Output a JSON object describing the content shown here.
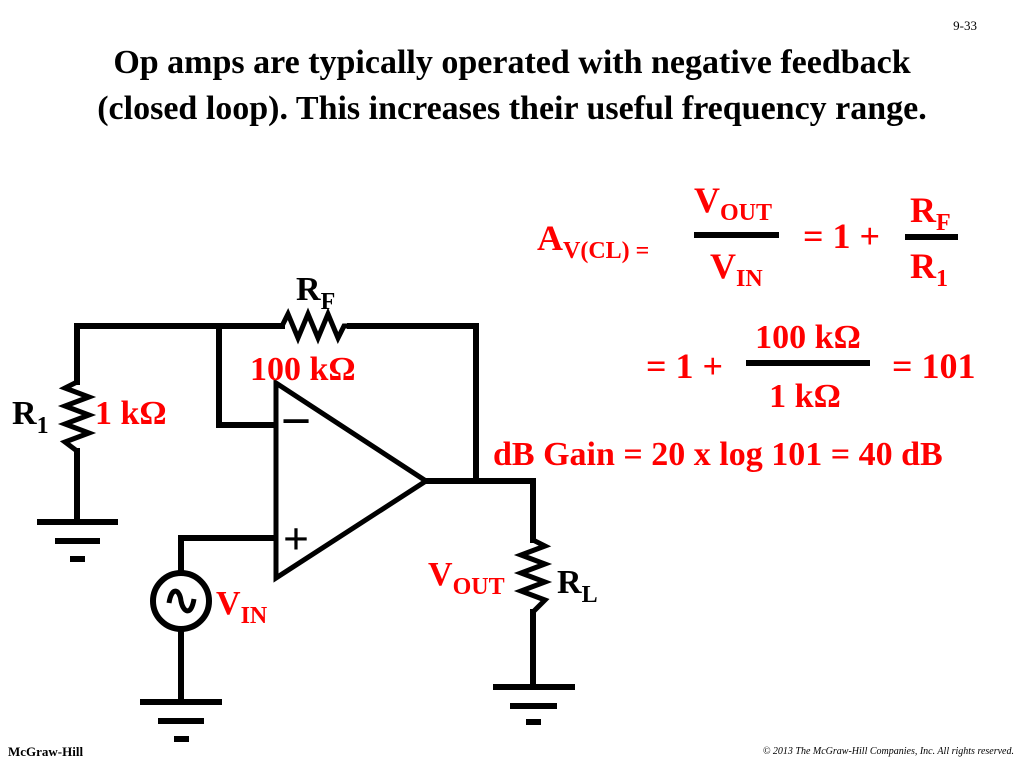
{
  "page_number": "9-33",
  "title_line1": "Op amps are typically operated with negative feedback",
  "title_line2": "(closed loop).  This increases their useful frequency range.",
  "circuit": {
    "rf_label": "R",
    "rf_sub": "F",
    "rf_value": "100 kΩ",
    "r1_label": "R",
    "r1_sub": "1",
    "r1_value": "1 kΩ",
    "vin_label": "V",
    "vin_sub": "IN",
    "vout_label": "V",
    "vout_sub": "OUT",
    "rl_label": "R",
    "rl_sub": "L",
    "minus_sign": "−",
    "plus_sign": "+"
  },
  "equations": {
    "acl_label": "A",
    "acl_sub": "V(CL) =",
    "frac1_num": "V",
    "frac1_num_sub": "OUT",
    "frac1_den": "V",
    "frac1_den_sub": "IN",
    "eq_one_plus": "= 1 +",
    "frac2_num": "R",
    "frac2_num_sub": "F",
    "frac2_den": "R",
    "frac2_den_sub": "1",
    "line2_one_plus": "= 1 +",
    "frac3_num": "100 kΩ",
    "frac3_den": "1 kΩ",
    "line2_result": "= 101",
    "db_gain": "dB Gain = 20 x log 101 = 40 dB"
  },
  "colors": {
    "accent": "#ff0000",
    "text": "#000000"
  },
  "footer_left": "McGraw-Hill",
  "footer_right": "© 2013 The McGraw-Hill Companies, Inc. All rights reserved."
}
